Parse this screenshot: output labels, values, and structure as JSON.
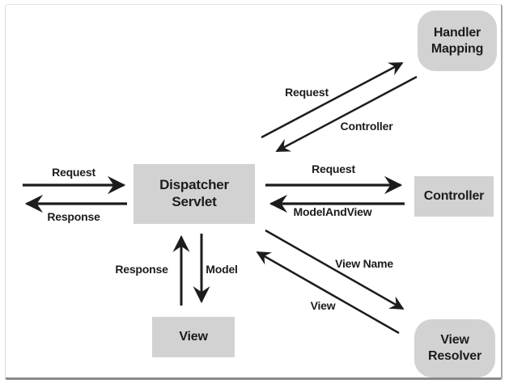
{
  "colors": {
    "background": "#ffffff",
    "node_fill": "#d2d2d2",
    "text": "#1c1c1c",
    "arrow": "#1c1c1c",
    "frame_shadow": "#8a8a8a"
  },
  "diagram": {
    "nodes": {
      "handler_mapping": {
        "line1": "Handler",
        "line2": "Mapping",
        "shape": "rounded"
      },
      "dispatcher_servlet": {
        "line1": "Dispatcher",
        "line2": "Servlet",
        "shape": "rect"
      },
      "controller": {
        "line1": "Controller",
        "shape": "rect"
      },
      "view": {
        "line1": "View",
        "shape": "rect"
      },
      "view_resolver": {
        "line1": "View",
        "line2": "Resolver",
        "shape": "rounded"
      }
    },
    "edge_labels": {
      "request_in": "Request",
      "response_out": "Response",
      "request_to_handler_mapping": "Request",
      "controller_from_handler_mapping": "Controller",
      "request_to_controller": "Request",
      "model_and_view_from_controller": "ModelAndView",
      "response_from_view": "Response",
      "model_to_view": "Model",
      "view_name_to_resolver": "View Name",
      "view_from_resolver": "View"
    }
  }
}
